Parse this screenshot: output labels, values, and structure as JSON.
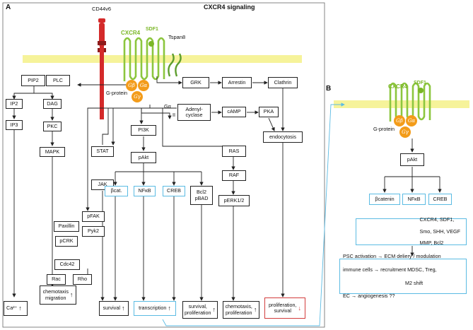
{
  "panels": {
    "a_letter": "A",
    "b_letter": "B",
    "title": "CXCR4 signaling"
  },
  "receptor": {
    "cd44v6": "CD44v6",
    "cxcr4": "CXCR4",
    "sdf1": "SDF1",
    "tspan8": "Tspan8",
    "gprotein": "G-protein",
    "gbeta": "Gβ",
    "galpha": "Gα",
    "ggamma": "Gγ",
    "galpha_lbl": "Gα"
  },
  "nodes": {
    "pip2": "PIP2",
    "plc": "PLC",
    "ip2": "IP2",
    "dag": "DAG",
    "ip3": "IP3",
    "pkc": "PKC",
    "mapk": "MAPK",
    "grk": "GRK",
    "arrestin": "Arrestin",
    "clathrin": "Clathrin",
    "adenylcyclase": "Adenyl-\ncyclase",
    "camp": "cAMP",
    "pka": "PKA",
    "endocytosis": "endocytosis",
    "pi3k": "PI3K",
    "pakt": "pAkt",
    "ras": "RAS",
    "raf": "RAF",
    "perk": "pERK1/2",
    "stat": "STAT",
    "jak": "JAK",
    "pfak": "pFAK",
    "paxillin": "Paxillin",
    "pyk2": "Pyk2",
    "pcrk": "pCRK",
    "cdc42": "Cdc42",
    "rac": "Rac",
    "rho": "Rho",
    "bcat": "βcat.",
    "nfkb": "NFκB",
    "creb": "CREB",
    "bcl2": "Bcl2\npBAD",
    "ii_mark": "II"
  },
  "outcomes": {
    "ca": "Ca²⁺",
    "chemomig": "chemotaxis\nmigration",
    "survival": "survival",
    "transcription": "transcription",
    "survprolif": "survival,\nproliferation",
    "chemoprolif": "chemotaxis,\nproliferation",
    "prolifsurv": "proliferation,\nsurvival"
  },
  "panel_b": {
    "cxcr4": "CXCR4",
    "sdf1": "SDF1",
    "gprotein": "G-protein",
    "gbeta": "Gβ",
    "galpha": "Gα",
    "ggamma": "Gγ",
    "pakt": "pAkt",
    "bcatenin": "βcatenin",
    "nfkb": "NFκB",
    "creb": "CREB",
    "genes_line1": "CXCR4, SDF1,",
    "genes_line2": "Smo, SHH, VEGF",
    "genes_line3": "MMP, Bcl2",
    "effect1": "PSC activation → ECM deliery / modulation",
    "effect2": "immune cells  → recruitment MDSC, Treg,",
    "effect2b": "M2 shift",
    "effect3": "EC                → angiogenesis ??"
  },
  "colors": {
    "membrane": "#f6f39a",
    "receptor": "#8cc63e",
    "cd44": "#d42a2a",
    "gprotein": "#f39c1a",
    "blue_box": "#5bbbe3",
    "red_box": "#d23c3c"
  }
}
